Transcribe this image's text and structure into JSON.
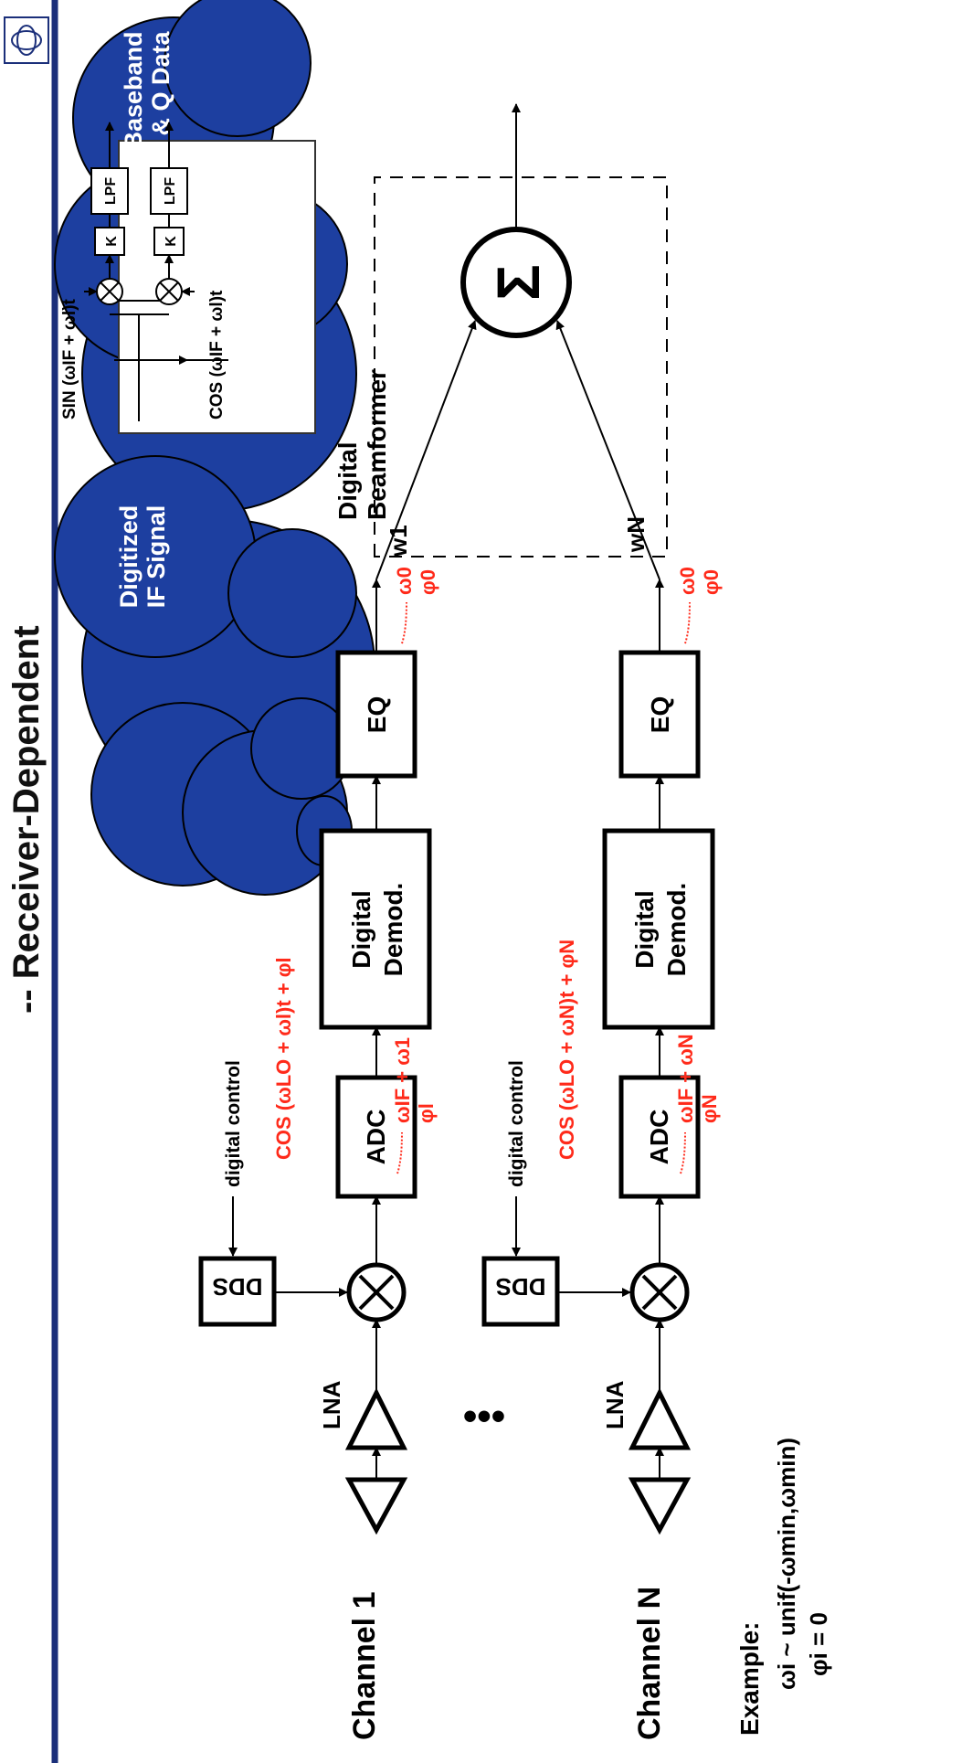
{
  "title": "-- Receiver-Dependent",
  "channels": [
    {
      "label": "Channel 1"
    },
    {
      "label": "Channel N"
    }
  ],
  "blocks": {
    "lna": "LNA",
    "dds": "DDS",
    "digital_control": "digital control",
    "adc": "ADC",
    "demod_line1": "Digital",
    "demod_line2": "Demod.",
    "eq": "EQ",
    "beamformer_line1": "Digital",
    "beamformer_line2": "Beamformer",
    "sigma": "Σ"
  },
  "weights": [
    "w1",
    "wN"
  ],
  "lo_signals": [
    "COS (ωLO + ωl)t + φl",
    "COS (ωLO + ωN)t + φN"
  ],
  "if_annotations": [
    {
      "top": "ωIF + ω1",
      "bottom": "φl"
    },
    {
      "top": "ωIF + ωN",
      "bottom": "φN"
    }
  ],
  "eq_annotations": [
    {
      "top": "ω0",
      "bottom": "φ0"
    },
    {
      "top": "ω0",
      "bottom": "φ0"
    }
  ],
  "cloud": {
    "input_line1": "Digitized",
    "input_line2": "IF Signal",
    "output_line1": "Baseband",
    "output_line2": "I & Q Data",
    "sin_label": "SIN (ωIF + ωl)t",
    "cos_label": "COS (ωIF + ωl)t",
    "k_label": "K",
    "lpf_label": "LPF"
  },
  "example": {
    "label": "Example:",
    "line1": "ωi ~ unif(-ωmin,ωmin)",
    "line2": "φi = 0"
  },
  "ellipsis": "•••",
  "colors": {
    "accent_red": "#ff2a1a",
    "cloud_blue": "#1d3fa0",
    "rule_navy": "#1b2f7a"
  }
}
